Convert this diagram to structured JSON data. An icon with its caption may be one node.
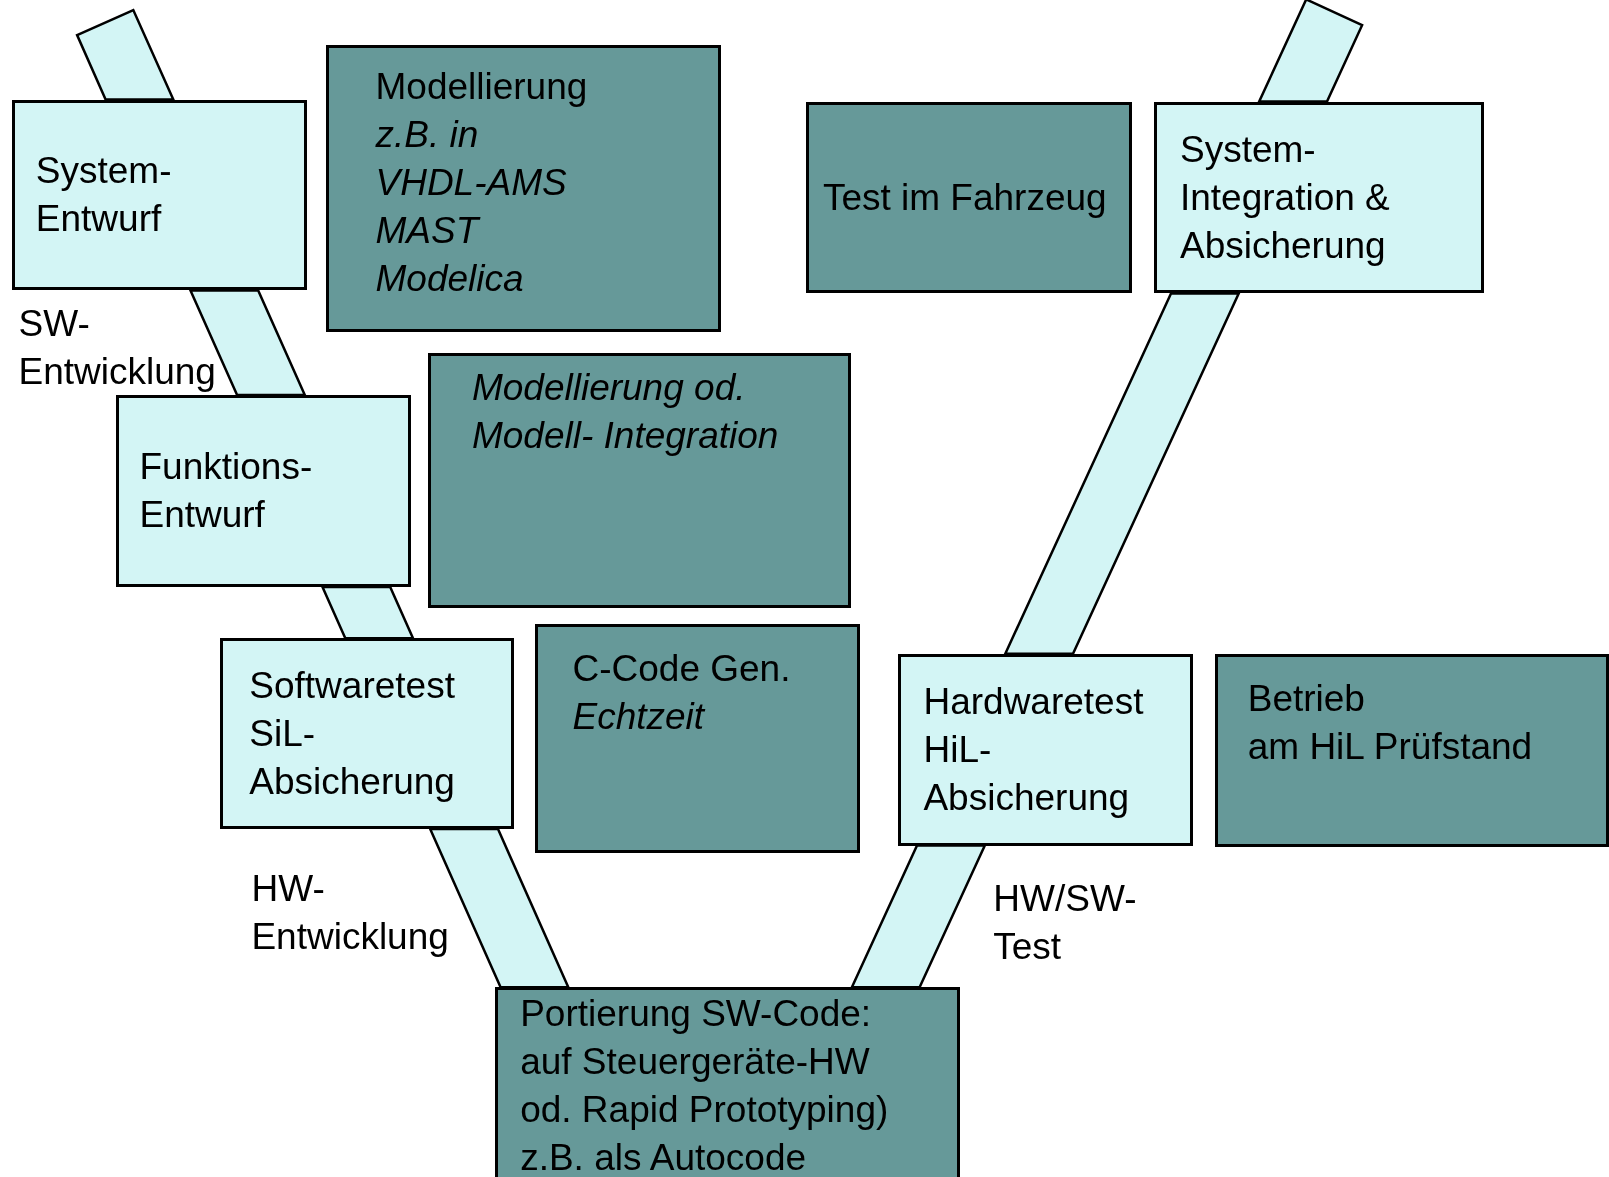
{
  "diagram": {
    "nodes": [
      {
        "text": [
          "System- Entwurf"
        ]
      },
      {
        "text": [
          "Modellierung",
          "z.B. in",
          "VHDL-AMS",
          "MAST",
          "Modelica"
        ]
      },
      {
        "text": [
          "Test  im Fahrzeug"
        ]
      },
      {
        "text": [
          "System- Integration & Absicherung"
        ]
      },
      {
        "text": [
          "Funktions- Entwurf"
        ]
      },
      {
        "text": [
          "Modellierung od. Modell- Integration"
        ]
      },
      {
        "text": [
          "Softwaretest",
          "SiL- Absicherung"
        ]
      },
      {
        "text": [
          "C-Code Gen.",
          "Echtzeit"
        ]
      },
      {
        "text": [
          "Hardwaretest",
          "HiL- Absicherung"
        ]
      },
      {
        "text": [
          "Betrieb",
          "am HiL Prüfstand"
        ]
      },
      {
        "text": [
          "Portierung SW-Code:",
          "auf Steuergeräte-HW",
          "od. Rapid Prototyping)",
          "z.B. als Autocode"
        ]
      }
    ],
    "edges": [
      {
        "from": 0,
        "to": 4,
        "arrow": "none",
        "style": "thick"
      },
      {
        "from": 4,
        "to": 6,
        "arrow": "none",
        "style": "thick"
      },
      {
        "from": 6,
        "to": 10,
        "arrow": "none",
        "style": "thick"
      },
      {
        "from": 10,
        "to": 8,
        "arrow": "none",
        "style": "thick"
      },
      {
        "from": 8,
        "to": 3,
        "arrow": "none",
        "style": "thick"
      }
    ],
    "labels": [
      "SW- Entwicklung",
      "HW- Entwicklung",
      "HW/SW- Test"
    ]
  }
}
